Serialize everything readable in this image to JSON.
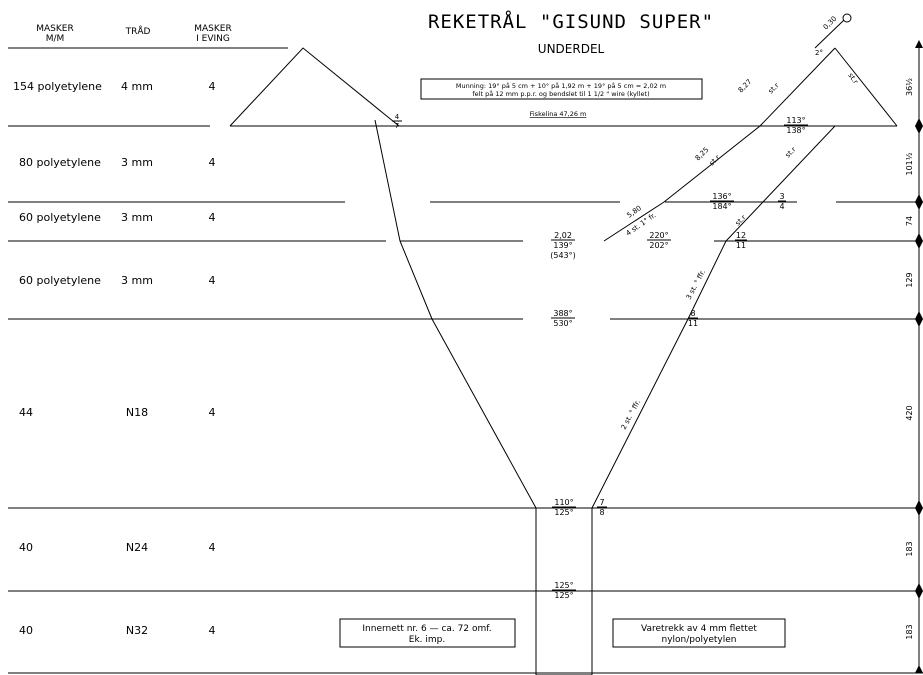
{
  "title": "REKETRÅL \"GISUND SUPER\"",
  "subtitle": "UNDERDEL",
  "headers": {
    "masker_mm": [
      "MASKER",
      "M/M"
    ],
    "traad": "TRÅD",
    "masker_eving": [
      "MASKER",
      "I EVING"
    ]
  },
  "rows": [
    {
      "mm": "154 polyetylene",
      "traad": "4 mm",
      "eving": "4",
      "dim": "36½"
    },
    {
      "mm": "80 polyetylene",
      "traad": "3 mm",
      "eving": "4",
      "dim": "101½"
    },
    {
      "mm": "60 polyetylene",
      "traad": "3 mm",
      "eving": "4",
      "dim": "74"
    },
    {
      "mm": "60 polyetylene",
      "traad": "3 mm",
      "eving": "4",
      "dim": "129"
    },
    {
      "mm": "44",
      "traad": "N18",
      "eving": "4",
      "dim": "420"
    },
    {
      "mm": "40",
      "traad": "N24",
      "eving": "4",
      "dim": "183"
    },
    {
      "mm": "40",
      "traad": "N32",
      "eving": "4",
      "dim": "183"
    }
  ],
  "notes": {
    "munning": [
      "Munning: 19° på 5 cm + 10° på 1,92 m + 19° på 5 cm = 2,02 m",
      "felt på 12 mm p.p.r. og bendslet til 1 1/2 \" wire (kyllet)"
    ],
    "fiskeline": "Fiskelina 47,26 m",
    "innernett": [
      "Innernett nr. 6 — ca. 72 omf.",
      "Ek. imp."
    ],
    "varetrekk": [
      "Varetrekk av 4 mm flettet",
      "nylon/polyetylen"
    ]
  },
  "labels": {
    "fr_4_7_top": "4",
    "fr_4_7_bot": "7",
    "wire": "0,30",
    "top_2": "2°",
    "w827": "8,27",
    "w825": "8,25",
    "w580": "5,80",
    "str1": "st.r",
    "str2": "st.r",
    "str3": "st.r",
    "str4": "st.r",
    "str5": "st.r",
    "st1fr": "4 st. 1° fr.",
    "st3fr": "3 st. ° ffr.",
    "st2fr": "2 st. ° ffr.",
    "c113": "113°",
    "c138": "138°",
    "c136": "136°",
    "c184": "184°",
    "f3": "3",
    "f4": "4",
    "c202a": "2,02",
    "c139": "139°",
    "c543": "(543°)",
    "c220": "220°",
    "c202b": "202°",
    "f12": "12",
    "f11": "11",
    "c388": "388°",
    "c530": "530°",
    "f8": "8",
    "f11b": "11",
    "c110": "110°",
    "c125a": "125°",
    "f7": "7",
    "f8b": "8",
    "c125b": "125°",
    "c125c": "125°"
  }
}
